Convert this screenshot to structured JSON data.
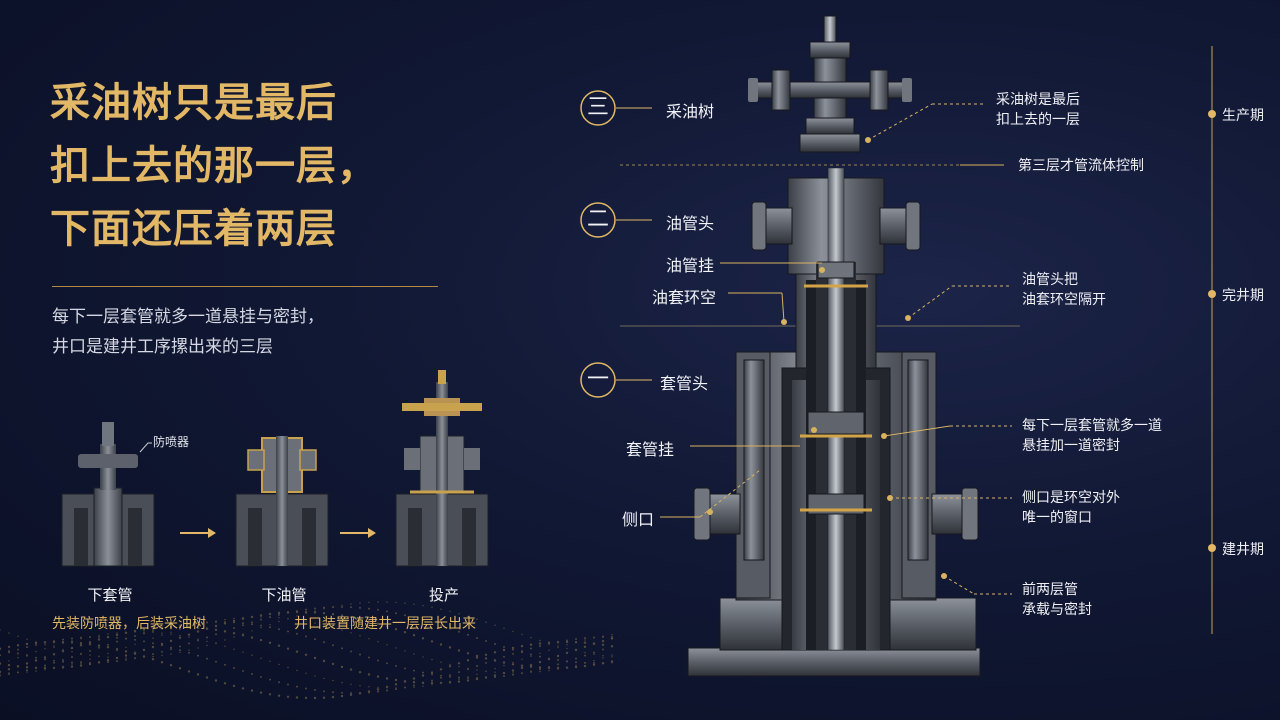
{
  "title": "采油树只是最后\n扣上去的那一层，\n下面还压着两层",
  "subtitle": "每下一层套管就多一道悬挂与密封，\n井口是建井工序摞出来的三层",
  "steps": [
    {
      "label": "下套管"
    },
    {
      "label": "下油管"
    },
    {
      "label": "投产"
    }
  ],
  "step_callout": "防喷器",
  "step_notes": [
    "先装防喷器，后装采油树",
    "井口装置随建井一层层长出来"
  ],
  "layers": [
    {
      "roman": "三",
      "name": "采油树"
    },
    {
      "roman": "二",
      "name": "油管头"
    },
    {
      "roman": "一",
      "name": "套管头"
    }
  ],
  "left_labels": {
    "tubing_hanger": "油管挂",
    "annulus": "油套环空",
    "casing_hanger": "套管挂",
    "side_outlet": "侧口"
  },
  "annotations": {
    "tree": "采油树是最后\n扣上去的一层",
    "flow_control": "第三层才管流体控制",
    "tubing_head": "油管头把\n油套环空隔开",
    "casing_seal": "每下一层套管就多一道\n悬挂加一道密封",
    "side_outlet": "侧口是环空对外\n唯一的窗口",
    "bottom_two": "前两层管\n承载与密封"
  },
  "timeline": [
    "生产期",
    "完井期",
    "建井期"
  ],
  "colors": {
    "accent": "#e2b866",
    "background": "#0f1530",
    "metal": "#6a6f79"
  }
}
